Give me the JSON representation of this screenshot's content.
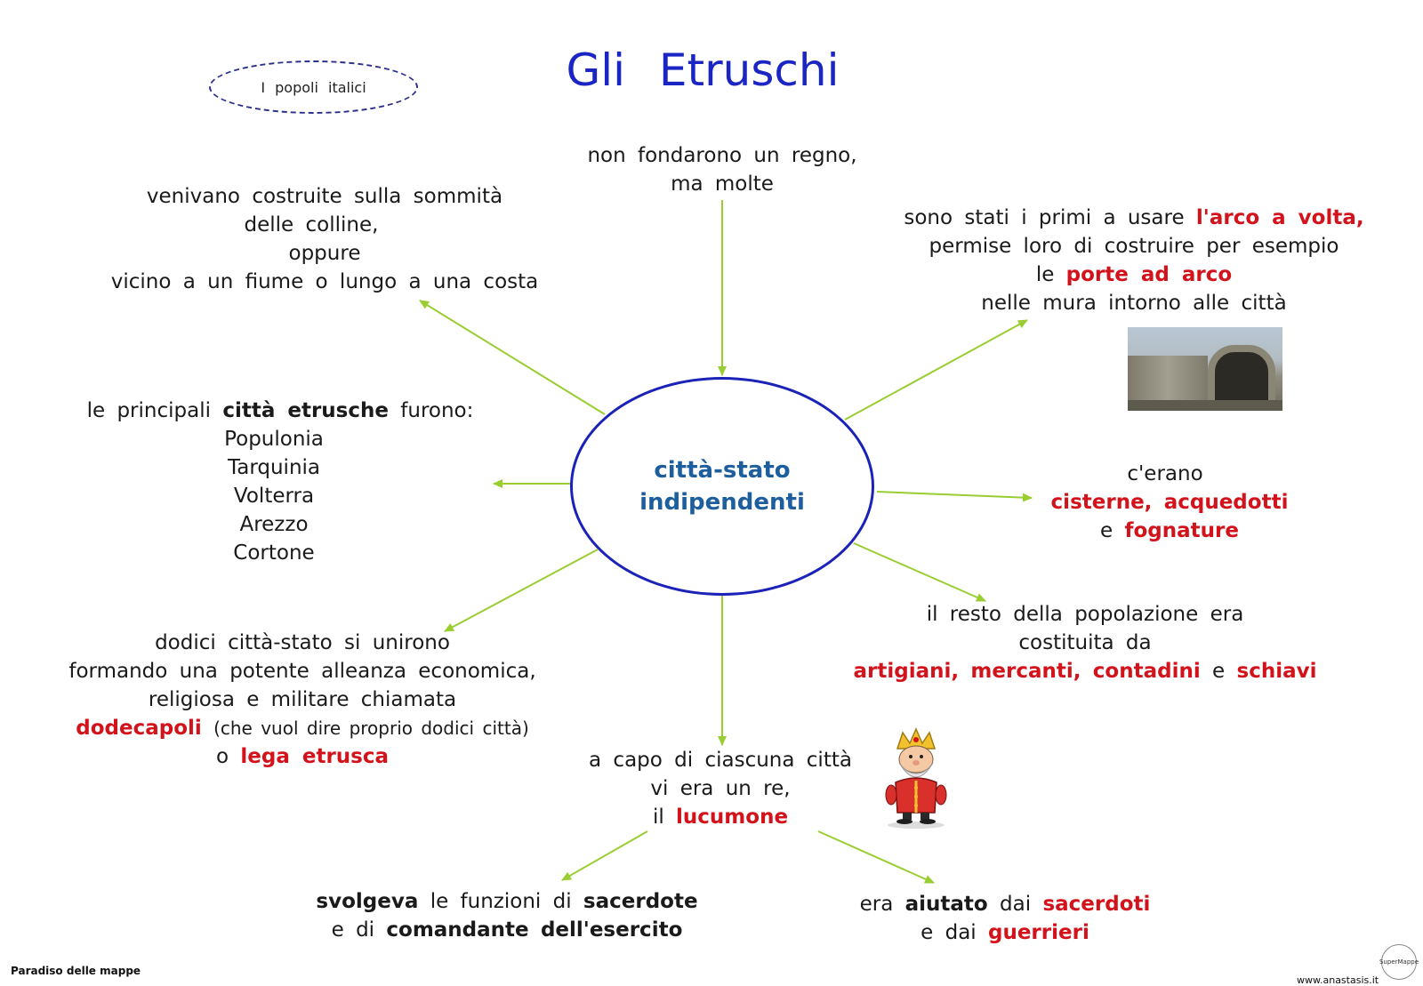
{
  "title": "Gli Etruschi",
  "tag": "I popoli italici",
  "center": {
    "line1": "città-stato",
    "line2": "indipendenti"
  },
  "top": {
    "l1": "non fondarono un regno,",
    "l2": "ma molte"
  },
  "top_left": {
    "l1": "venivano costruite sulla sommità",
    "l2": "delle colline,",
    "l3": "oppure",
    "l4": "vicino a un fiume o lungo a una costa"
  },
  "top_right": {
    "l1a": "sono stati i primi a usare",
    "l1b": "l'arco a volta,",
    "l2": "permise loro di costruire per esempio",
    "l3a": "le",
    "l3b": "porte ad arco",
    "l4": "nelle mura intorno alle città"
  },
  "left": {
    "l1a": "le principali",
    "l1b": "città etrusche",
    "l1c": "furono:",
    "cities": [
      "Populonia",
      "Tarquinia",
      "Volterra",
      "Arezzo",
      "Cortone"
    ]
  },
  "right": {
    "l1": "c'erano",
    "l2a": "cisterne,",
    "l2b": "acquedotti",
    "l3a": "e",
    "l3b": "fognature"
  },
  "bottom_right": {
    "l1": "il resto della popolazione era",
    "l2": "costituita da",
    "l3a": "artigiani,",
    "l3b": "mercanti,",
    "l3c": "contadini",
    "l3d": "e",
    "l3e": "schiavi"
  },
  "bottom_left": {
    "l1": "dodici città-stato si unirono",
    "l2": "formando una potente alleanza economica,",
    "l3": "religiosa e militare chiamata",
    "l4a": "dodecapoli",
    "l4b": "(che vuol dire proprio dodici città)",
    "l5a": "o",
    "l5b": "lega etrusca"
  },
  "bottom": {
    "l1": "a capo di ciascuna città",
    "l2": "vi era un re,",
    "l3a": "il",
    "l3b": "lucumone"
  },
  "bottom_far_left": {
    "l1a": "svolgeva",
    "l1b": "le funzioni di",
    "l1c": "sacerdote",
    "l2a": "e di",
    "l2b": "comandante",
    "l2c": "dell'esercito"
  },
  "bottom_far_right": {
    "l1a": "era",
    "l1b": "aiutato",
    "l1c": "dai",
    "l1d": "sacerdoti",
    "l2a": "e dai",
    "l2b": "guerrieri"
  },
  "footer": {
    "left": "Paradiso delle mappe",
    "right": "www.anastasis.it",
    "badge": "SuperMappe"
  },
  "colors": {
    "title": "#1b25c4",
    "ellipse": "#1a22b8",
    "arrow": "#9acd32",
    "highlight": "#d3131b",
    "center_text": "#1d5e9e"
  },
  "icons": [
    "arch-gate-photo",
    "king-icon",
    "supermappe-badge-icon"
  ]
}
